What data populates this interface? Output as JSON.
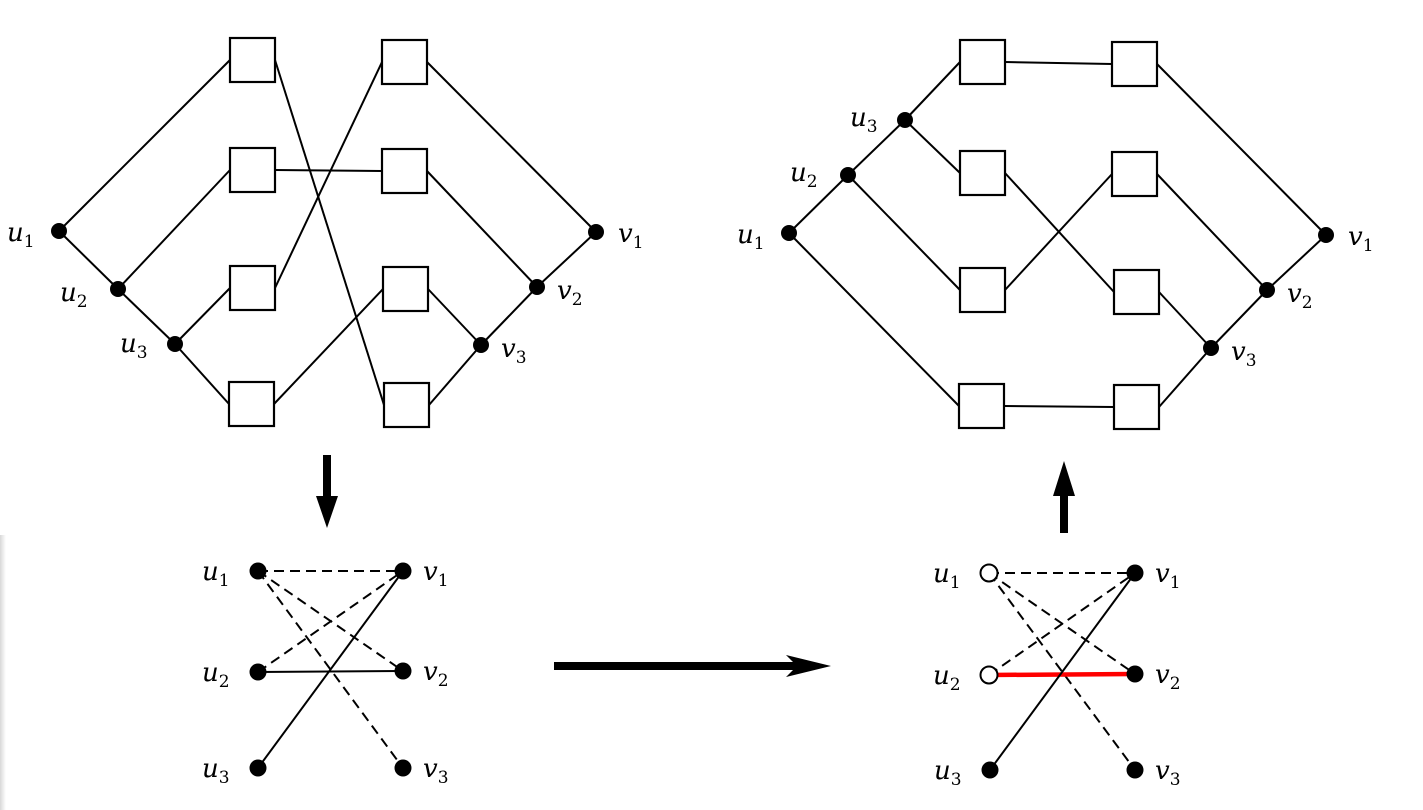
{
  "figure": {
    "description": "Transformation of a path/box network into a bipartite graph, edge selection, and reconstruction",
    "colors": {
      "stroke": "#000000",
      "highlight": "#ff0000",
      "background": "#ffffff"
    }
  },
  "panels": {
    "top_left": {
      "vertices": [
        {
          "id": "u1",
          "name": "u",
          "sub": "1",
          "style": "filled"
        },
        {
          "id": "u2",
          "name": "u",
          "sub": "2",
          "style": "filled"
        },
        {
          "id": "u3",
          "name": "u",
          "sub": "3",
          "style": "filled"
        },
        {
          "id": "v1",
          "name": "v",
          "sub": "1",
          "style": "filled"
        },
        {
          "id": "v2",
          "name": "v",
          "sub": "2",
          "style": "filled"
        },
        {
          "id": "v3",
          "name": "v",
          "sub": "3",
          "style": "filled"
        }
      ],
      "boxes": [
        "L1",
        "L2",
        "L3",
        "L4",
        "R1",
        "R2",
        "R3",
        "R4"
      ],
      "edges": [
        [
          "u1",
          "u2"
        ],
        [
          "u2",
          "u3"
        ],
        [
          "u1",
          "L1"
        ],
        [
          "u2",
          "L2"
        ],
        [
          "u3",
          "L3"
        ],
        [
          "u3",
          "L4"
        ],
        [
          "L1",
          "R4"
        ],
        [
          "L2",
          "R2"
        ],
        [
          "L3",
          "R1"
        ],
        [
          "L4",
          "R3"
        ],
        [
          "R1",
          "v1"
        ],
        [
          "R2",
          "v2"
        ],
        [
          "R3",
          "v3"
        ],
        [
          "R4",
          "v3"
        ],
        [
          "v1",
          "v2"
        ],
        [
          "v2",
          "v3"
        ]
      ]
    },
    "top_right": {
      "vertices": [
        {
          "id": "u1",
          "name": "u",
          "sub": "1",
          "style": "filled"
        },
        {
          "id": "u2",
          "name": "u",
          "sub": "2",
          "style": "filled"
        },
        {
          "id": "u3",
          "name": "u",
          "sub": "3",
          "style": "filled"
        },
        {
          "id": "v1",
          "name": "v",
          "sub": "1",
          "style": "filled"
        },
        {
          "id": "v2",
          "name": "v",
          "sub": "2",
          "style": "filled"
        },
        {
          "id": "v3",
          "name": "v",
          "sub": "3",
          "style": "filled"
        }
      ],
      "boxes": [
        "L1",
        "L2",
        "L3",
        "L4",
        "R1",
        "R2",
        "R3",
        "R4"
      ],
      "edges": [
        [
          "u1",
          "u2"
        ],
        [
          "u2",
          "u3"
        ],
        [
          "u3",
          "L1"
        ],
        [
          "u3",
          "L2"
        ],
        [
          "u2",
          "L3"
        ],
        [
          "u1",
          "L4"
        ],
        [
          "L1",
          "R1"
        ],
        [
          "L2",
          "R3"
        ],
        [
          "L3",
          "R2"
        ],
        [
          "L4",
          "R4"
        ],
        [
          "R1",
          "v1"
        ],
        [
          "R2",
          "v2"
        ],
        [
          "R3",
          "v3"
        ],
        [
          "R4",
          "v3"
        ],
        [
          "v1",
          "v2"
        ],
        [
          "v2",
          "v3"
        ]
      ]
    },
    "bottom_left": {
      "vertices": [
        {
          "id": "u1",
          "name": "u",
          "sub": "1",
          "style": "filled"
        },
        {
          "id": "u2",
          "name": "u",
          "sub": "2",
          "style": "filled"
        },
        {
          "id": "u3",
          "name": "u",
          "sub": "3",
          "style": "filled"
        },
        {
          "id": "v1",
          "name": "v",
          "sub": "1",
          "style": "filled"
        },
        {
          "id": "v2",
          "name": "v",
          "sub": "2",
          "style": "filled"
        },
        {
          "id": "v3",
          "name": "v",
          "sub": "3",
          "style": "filled"
        }
      ],
      "edges": [
        {
          "from": "u1",
          "to": "v1",
          "style": "dashed"
        },
        {
          "from": "u1",
          "to": "v2",
          "style": "dashed"
        },
        {
          "from": "u1",
          "to": "v3",
          "style": "dashed"
        },
        {
          "from": "u2",
          "to": "v1",
          "style": "dashed"
        },
        {
          "from": "u2",
          "to": "v2",
          "style": "solid"
        },
        {
          "from": "u3",
          "to": "v1",
          "style": "solid"
        }
      ]
    },
    "bottom_right": {
      "vertices": [
        {
          "id": "u1",
          "name": "u",
          "sub": "1",
          "style": "open"
        },
        {
          "id": "u2",
          "name": "u",
          "sub": "2",
          "style": "open"
        },
        {
          "id": "u3",
          "name": "u",
          "sub": "3",
          "style": "filled"
        },
        {
          "id": "v1",
          "name": "v",
          "sub": "1",
          "style": "filled"
        },
        {
          "id": "v2",
          "name": "v",
          "sub": "2",
          "style": "filled"
        },
        {
          "id": "v3",
          "name": "v",
          "sub": "3",
          "style": "filled"
        }
      ],
      "edges": [
        {
          "from": "u1",
          "to": "v1",
          "style": "dashed"
        },
        {
          "from": "u1",
          "to": "v2",
          "style": "dashed"
        },
        {
          "from": "u1",
          "to": "v3",
          "style": "dashed"
        },
        {
          "from": "u2",
          "to": "v1",
          "style": "dashed"
        },
        {
          "from": "u2",
          "to": "v2",
          "style": "highlight"
        },
        {
          "from": "u3",
          "to": "v1",
          "style": "solid"
        }
      ]
    }
  },
  "arrows": [
    {
      "id": "down",
      "direction": "down",
      "from": "top_left",
      "to": "bottom_left"
    },
    {
      "id": "right",
      "direction": "right",
      "from": "bottom_left",
      "to": "bottom_right"
    },
    {
      "id": "up",
      "direction": "up",
      "from": "bottom_right",
      "to": "top_right"
    }
  ]
}
